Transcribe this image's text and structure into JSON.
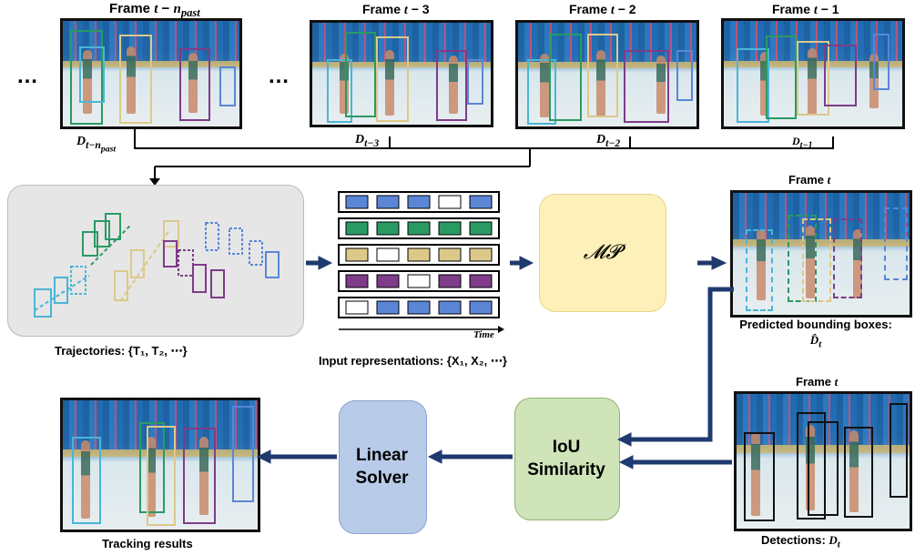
{
  "frames_top": {
    "f0": {
      "title": "Frame t − n_past",
      "det": "D_{t−n_past}"
    },
    "f1": {
      "title": "Frame t − 3",
      "det": "D_{t−3}"
    },
    "f2": {
      "title": "Frame t − 2",
      "det": "D_{t−2}"
    },
    "f3": {
      "title": "Frame t − 1",
      "det": "D_{t−1}"
    },
    "ellipsis": "…"
  },
  "trajectories": {
    "label": "Trajectories: {T₁, T₂, ⋯}"
  },
  "input_repr": {
    "label": "Input representations: {X₁, X₂, ⋯}",
    "time_label": "Time",
    "rows": [
      [
        "#5b86d6",
        "#5b86d6",
        "#5b86d6",
        "#ffffff",
        "#5b86d6"
      ],
      [
        "#2a9a63",
        "#2a9a63",
        "#2a9a63",
        "#2a9a63",
        "#2a9a63"
      ],
      [
        "#dcc98a",
        "#ffffff",
        "#dcc98a",
        "#dcc98a",
        "#dcc98a"
      ],
      [
        "#7e3c89",
        "#7e3c89",
        "#ffffff",
        "#7e3c89",
        "#7e3c89"
      ],
      [
        "#ffffff",
        "#5b86d6",
        "#5b86d6",
        "#5b86d6",
        "#5b86d6"
      ]
    ]
  },
  "mp_box": {
    "label": "𝓜𝓟",
    "color": "#fdf0b8"
  },
  "frame_pred": {
    "title": "Frame t",
    "caption": "Predicted bounding boxes: D̂ₜ"
  },
  "frame_det": {
    "title": "Frame t",
    "caption": "Detections: Dₜ"
  },
  "iou_box": {
    "label": "IoU Similarity",
    "color": "#cfe4b8"
  },
  "solver_box": {
    "label": "Linear Solver",
    "color": "#b8cbe8"
  },
  "result": {
    "caption": "Tracking results"
  },
  "colors": {
    "arrow": "#1f3a6e",
    "blue": "#5b86d6",
    "green": "#2a9a63",
    "sand": "#dcc98a",
    "purple": "#7e3c89",
    "cyan": "#4ab5d6"
  }
}
